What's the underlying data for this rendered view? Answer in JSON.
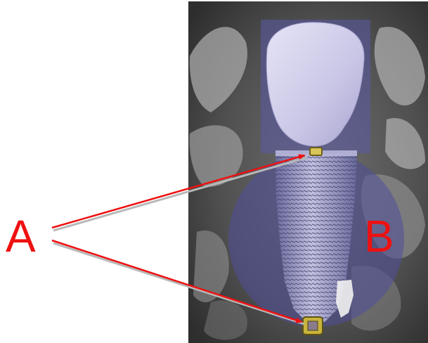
{
  "labels": {
    "a": "A",
    "b": "B"
  },
  "colors": {
    "label": "#ee1111",
    "arrow": "#ee1111",
    "arrow_shadow": "#b8b8b8",
    "overlay_purple": "#5a5aa6",
    "crown": "#d8d6f0",
    "marker_yellow": "#c8b43c"
  },
  "annotations": [
    {
      "label": "A",
      "points_to": "implant-top-marker"
    },
    {
      "label": "A",
      "points_to": "implant-bottom-marker"
    },
    {
      "label": "B",
      "points_to": "circular-region"
    }
  ]
}
